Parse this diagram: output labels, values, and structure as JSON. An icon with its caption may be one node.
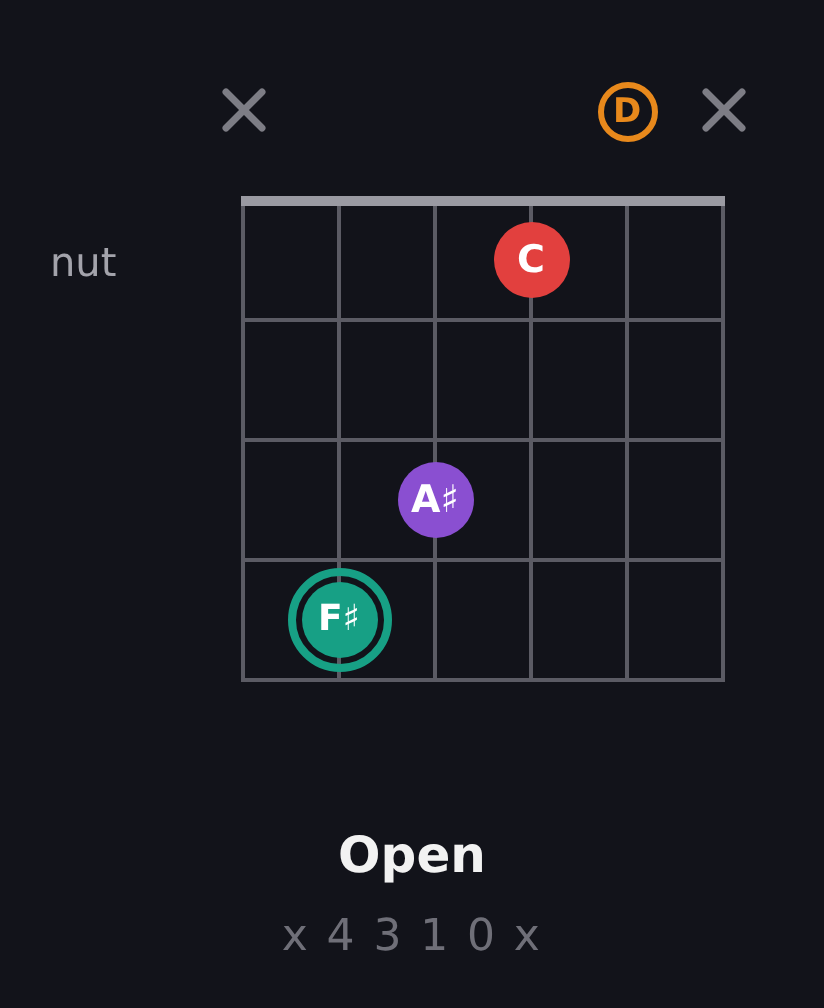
{
  "diagram": {
    "title": "Open",
    "nodes": [
      {
        "text": [
          "D"
        ]
      },
      {
        "text": [
          "C"
        ]
      },
      {
        "text": [
          "A♯"
        ]
      },
      {
        "text": [
          "F♯"
        ]
      }
    ],
    "labels": [
      "nut",
      "x 4 3 1 0 x"
    ]
  }
}
